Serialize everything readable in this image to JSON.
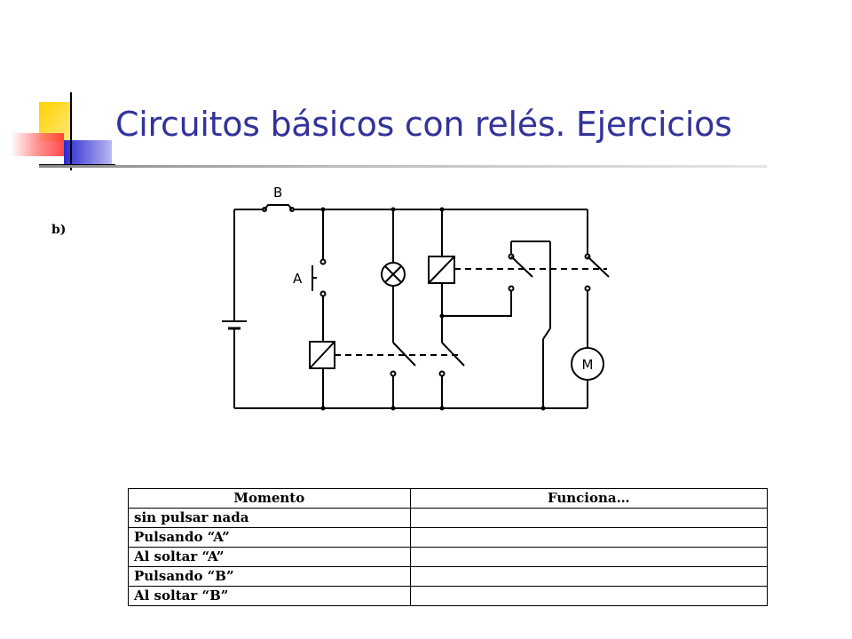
{
  "slide": {
    "title": "Circuitos básicos con relés. Ejercicios",
    "part_label": "b)"
  },
  "circuit": {
    "switch_b_label": "B",
    "pushbutton_a_label": "A",
    "motor_label": "M"
  },
  "table": {
    "headers": [
      "Momento",
      "Funciona…"
    ],
    "rows": [
      {
        "momento": "sin pulsar nada",
        "funciona": ""
      },
      {
        "momento": "Pulsando  “A”",
        "funciona": ""
      },
      {
        "momento": "Al soltar “A”",
        "funciona": ""
      },
      {
        "momento": "Pulsando “B”",
        "funciona": ""
      },
      {
        "momento": "Al soltar “B”",
        "funciona": ""
      }
    ]
  },
  "colors": {
    "title": "#33339a",
    "logo_yellow": "#ffcc00",
    "logo_blue": "#3333cc",
    "logo_red": "#ff3333"
  }
}
